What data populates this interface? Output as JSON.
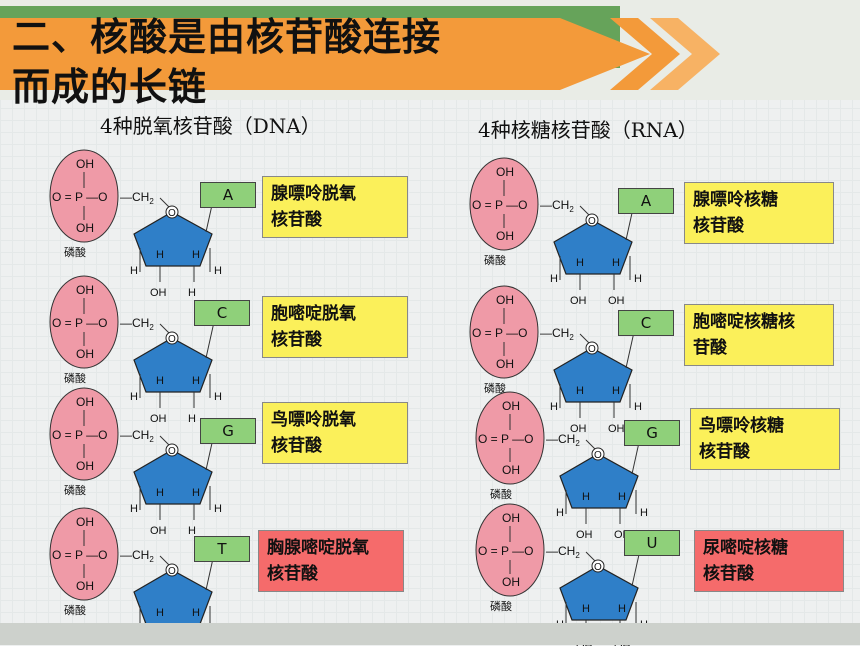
{
  "slide": {
    "title_line1": "二、核酸是由核苷酸连接",
    "title_line2": "而成的长链"
  },
  "dna": {
    "heading": "4种脱氧核苷酸（DNA）",
    "nucleotides": [
      {
        "base": "A",
        "name_line1": "腺嘌呤脱氧",
        "name_line2": "核苷酸",
        "box_color": "#fbf05a"
      },
      {
        "base": "C",
        "name_line1": "胞嘧啶脱氧",
        "name_line2": "核苷酸",
        "box_color": "#fbf05a"
      },
      {
        "base": "G",
        "name_line1": "鸟嘌呤脱氧",
        "name_line2": "核苷酸",
        "box_color": "#fbf05a"
      },
      {
        "base": "T",
        "name_line1": "胸腺嘧啶脱氧",
        "name_line2": "核苷酸",
        "box_color": "#f56b6b"
      }
    ]
  },
  "rna": {
    "heading": "4种核糖核苷酸（RNA）",
    "nucleotides": [
      {
        "base": "A",
        "name_line1": "腺嘌呤核糖",
        "name_line2": "核苷酸",
        "box_color": "#fbf05a"
      },
      {
        "base": "C",
        "name_line1": "胞嘧啶核糖核",
        "name_line2": "苷酸",
        "box_color": "#fbf05a"
      },
      {
        "base": "G",
        "name_line1": "鸟嘌呤核糖",
        "name_line2": "核苷酸",
        "box_color": "#fbf05a"
      },
      {
        "base": "U",
        "name_line1": "尿嘧啶核糖",
        "name_line2": "核苷酸",
        "box_color": "#f56b6b"
      }
    ]
  },
  "labels": {
    "phosphate": "磷酸",
    "oh": "OH",
    "p": "O = P —O",
    "ch2": "—CH",
    "ch2_sub": "2",
    "ring_o": "O",
    "h": "H"
  },
  "colors": {
    "phosphate_fill": "#ef9aa7",
    "sugar_fill": "#2f7fc8",
    "base_fill": "#8fd07a",
    "banner_orange": "#f39a3a",
    "banner_green": "#66a35a"
  }
}
